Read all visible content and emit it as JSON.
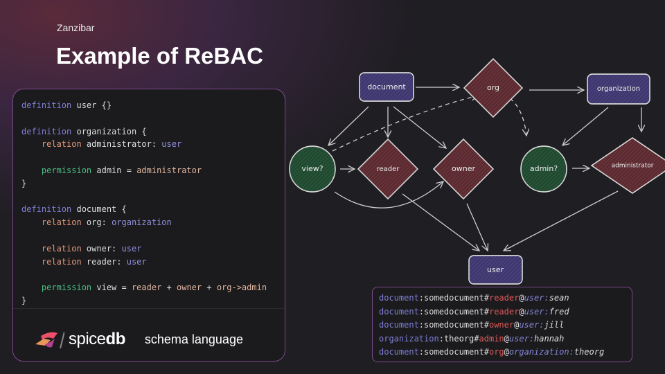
{
  "header": {
    "kicker": "Zanzibar",
    "title": "Example of ReBAC"
  },
  "schema": {
    "lines": [
      [
        {
          "c": "kw",
          "t": "definition"
        },
        {
          "c": "",
          "t": " user {}"
        }
      ],
      [],
      [
        {
          "c": "kw",
          "t": "definition"
        },
        {
          "c": "",
          "t": " organization {"
        }
      ],
      [
        {
          "c": "",
          "t": "    "
        },
        {
          "c": "rel",
          "t": "relation"
        },
        {
          "c": "",
          "t": " administrator: "
        },
        {
          "c": "typ",
          "t": "user"
        }
      ],
      [],
      [
        {
          "c": "",
          "t": "    "
        },
        {
          "c": "perm",
          "t": "permission"
        },
        {
          "c": "",
          "t": " admin = "
        },
        {
          "c": "ref",
          "t": "administrator"
        }
      ],
      [
        {
          "c": "",
          "t": "}"
        }
      ],
      [],
      [
        {
          "c": "kw",
          "t": "definition"
        },
        {
          "c": "",
          "t": " document {"
        }
      ],
      [
        {
          "c": "",
          "t": "    "
        },
        {
          "c": "rel",
          "t": "relation"
        },
        {
          "c": "",
          "t": " org: "
        },
        {
          "c": "typ",
          "t": "organization"
        }
      ],
      [],
      [
        {
          "c": "",
          "t": "    "
        },
        {
          "c": "rel",
          "t": "relation"
        },
        {
          "c": "",
          "t": " owner: "
        },
        {
          "c": "typ",
          "t": "user"
        }
      ],
      [
        {
          "c": "",
          "t": "    "
        },
        {
          "c": "rel",
          "t": "relation"
        },
        {
          "c": "",
          "t": " reader: "
        },
        {
          "c": "typ",
          "t": "user"
        }
      ],
      [],
      [
        {
          "c": "",
          "t": "    "
        },
        {
          "c": "perm",
          "t": "permission"
        },
        {
          "c": "",
          "t": " view = "
        },
        {
          "c": "ref",
          "t": "reader"
        },
        {
          "c": "",
          "t": " + "
        },
        {
          "c": "ref",
          "t": "owner"
        },
        {
          "c": "",
          "t": " + "
        },
        {
          "c": "ref",
          "t": "org->admin"
        }
      ],
      [
        {
          "c": "",
          "t": "}"
        }
      ]
    ]
  },
  "footer": {
    "logo_text_light": "spice",
    "logo_text_bold": "db",
    "subtitle": "schema language"
  },
  "diagram": {
    "nodes": {
      "document": "document",
      "org": "org",
      "organization": "organization",
      "view": "view?",
      "reader": "reader",
      "owner": "owner",
      "admin": "admin?",
      "administrator": "administrator",
      "user": "user"
    },
    "colors": {
      "type": "#3f3770",
      "relation": "#5c2a30",
      "permission": "#1f4a30"
    }
  },
  "tuples": [
    {
      "type": "document",
      "id": "somedocument",
      "rel": "reader",
      "stype": "user",
      "sid": "sean"
    },
    {
      "type": "document",
      "id": "somedocument",
      "rel": "reader",
      "stype": "user",
      "sid": "fred"
    },
    {
      "type": "document",
      "id": "somedocument",
      "rel": "owner",
      "stype": "user",
      "sid": "jill"
    },
    {
      "type": "organization",
      "id": "theorg",
      "rel": "admin",
      "stype": "user",
      "sid": "hannah"
    },
    {
      "type": "document",
      "id": "somedocument",
      "rel": "org",
      "stype": "organization",
      "sid": "theorg"
    }
  ]
}
